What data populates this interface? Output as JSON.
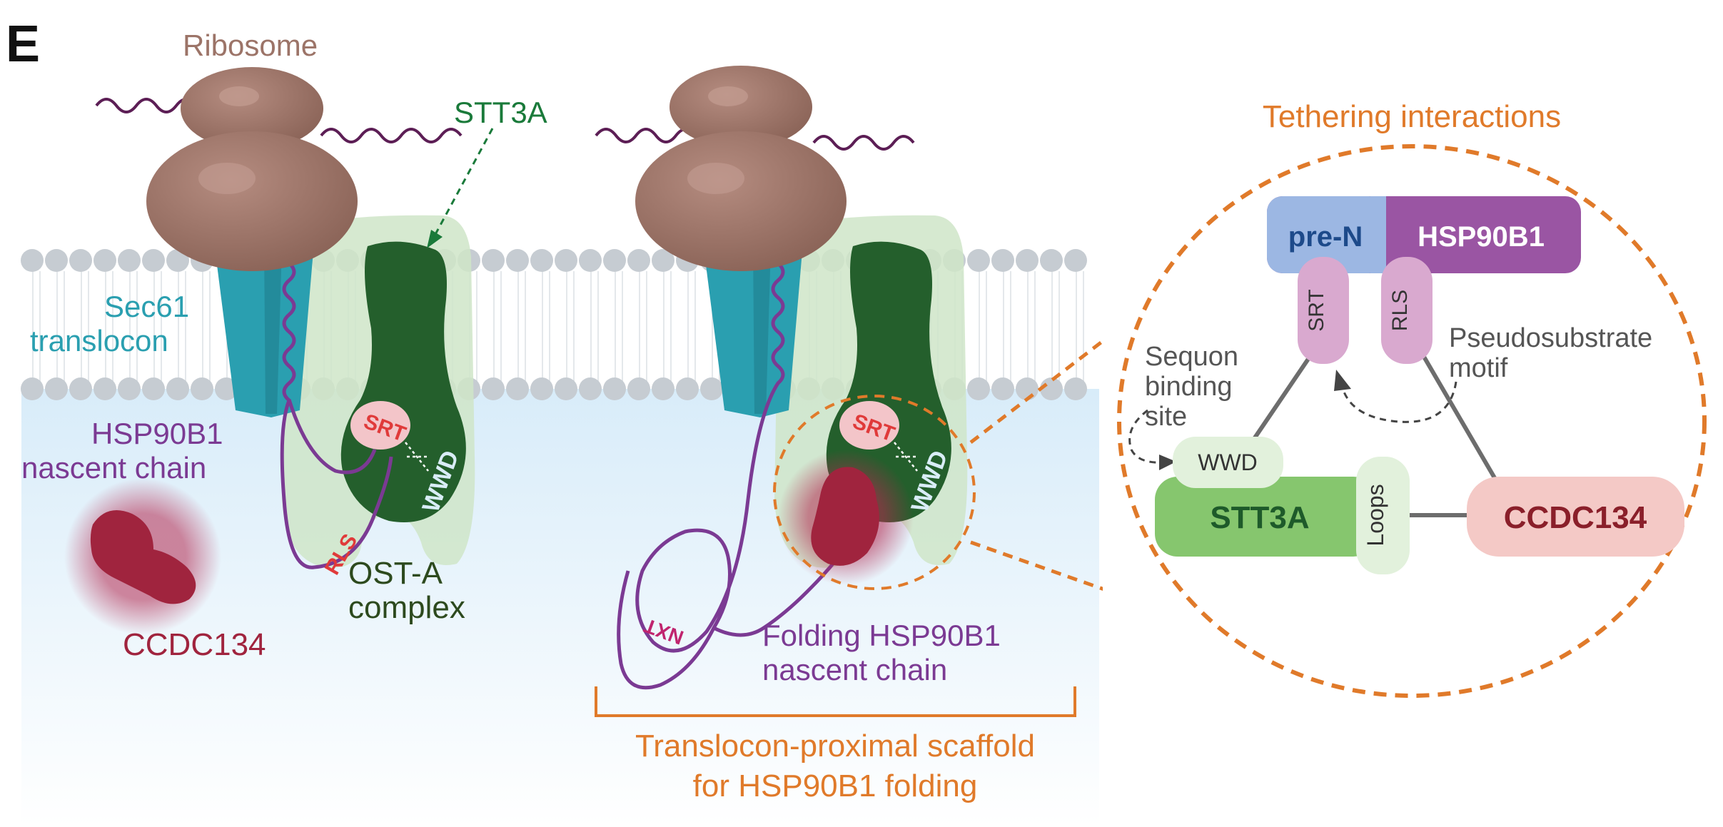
{
  "panel_letter": "E",
  "labels": {
    "ribosome": "Ribosome",
    "stt3a_top": "STT3A",
    "sec61_line1": "Sec61",
    "sec61_line2": "translocon",
    "hsp_line1": "HSP90B1",
    "hsp_line2": "nascent chain",
    "ccdc134_free": "CCDC134",
    "ost_line1": "OST-A",
    "ost_line2": "complex",
    "srt": "SRT",
    "wwd": "WWD",
    "rls": "RLS",
    "nxt": "NXT",
    "folding_line1": "Folding HSP90B1",
    "folding_line2": "nascent chain",
    "scaffold_line1": "Translocon-proximal scaffold",
    "scaffold_line2": "for HSP90B1 folding"
  },
  "inset": {
    "title": "Tethering interactions",
    "pre_n": "pre-N",
    "hsp90b1": "HSP90B1",
    "srt": "SRT",
    "rls": "RLS",
    "pseudo_line1": "Pseudosubstrate",
    "pseudo_line2": "motif",
    "sequon_line1": "Sequon",
    "sequon_line2": "binding",
    "sequon_line3": "site",
    "wwd": "WWD",
    "stt3a": "STT3A",
    "loops": "Loops",
    "ccdc134": "CCDC134"
  },
  "colors": {
    "ribosome": "#9c7468",
    "sec61": "#2a9fb0",
    "ost_dark": "#245f2c",
    "ost_light": "#cfe5c8",
    "nascent": "#7b3a93",
    "ccdc134": "#b3284f",
    "orange": "#e07a2a",
    "stt3a_label": "#2b8a55",
    "pre_n": "#9cb7e3",
    "hsp_box": "#9a55a3",
    "srt_rls_box": "#d9a9cf",
    "stt3a_box": "#86c66e",
    "ccdc_box": "#f4c9c6",
    "membrane": "#c7cdd3",
    "lumen": "#e3f1fb"
  }
}
